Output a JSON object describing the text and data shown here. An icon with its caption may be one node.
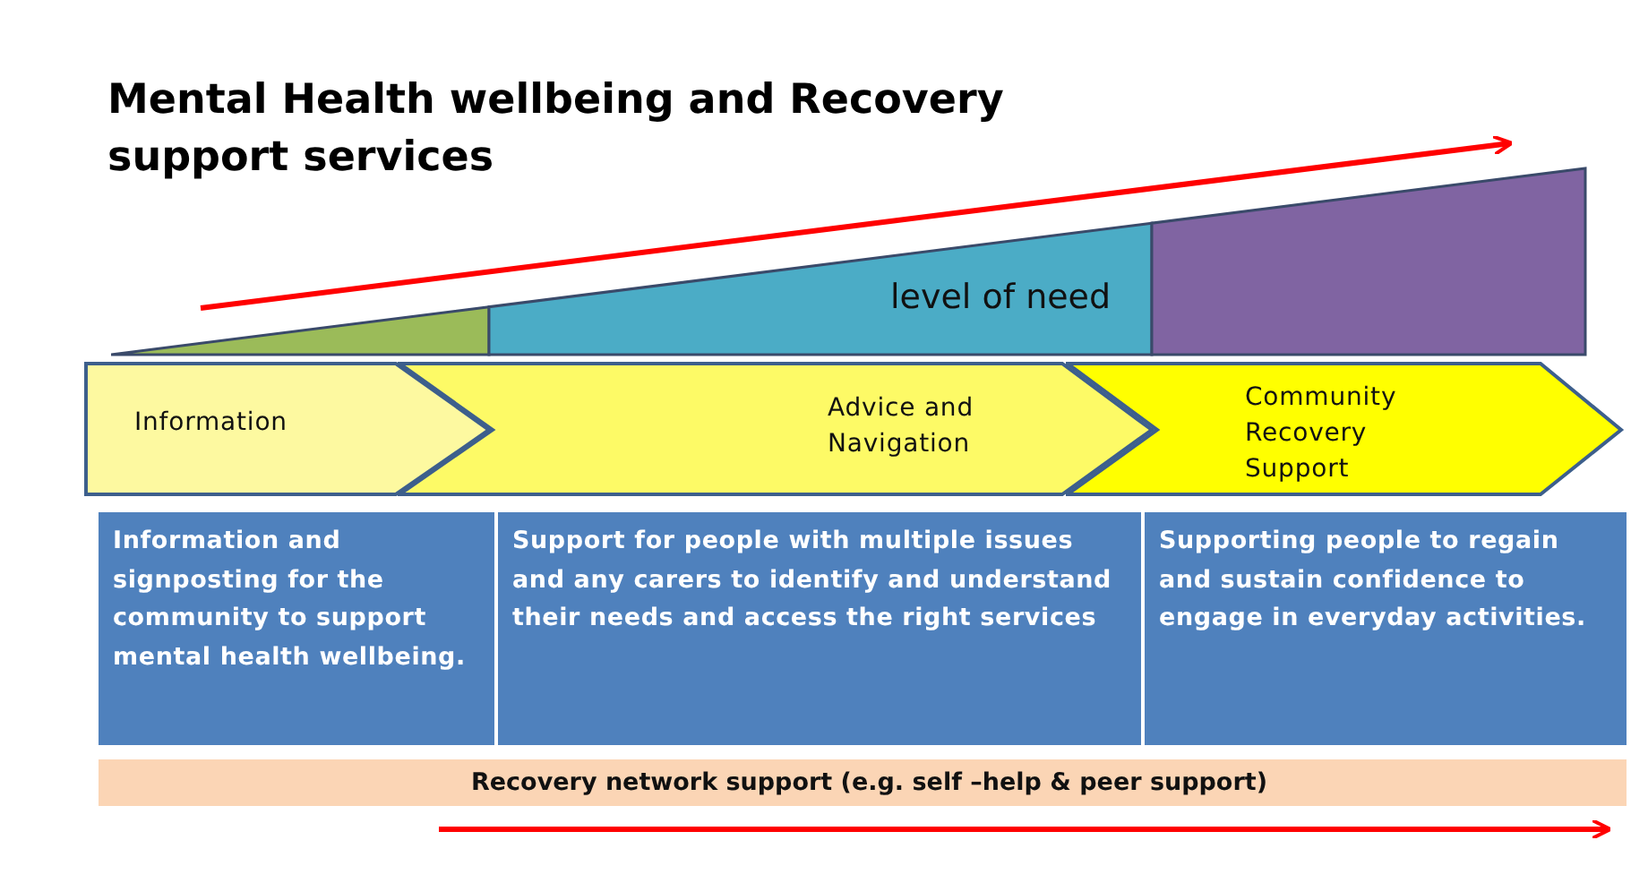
{
  "diagram": {
    "title": "Mental Health wellbeing and Recovery support services",
    "nodes": [
      {
        "text": [
          "level of need"
        ]
      },
      {
        "text": [
          "Information"
        ]
      },
      {
        "text": [
          "Advice and Navigation"
        ]
      },
      {
        "text": [
          "Community Recovery Support"
        ]
      },
      {
        "text": [
          "Information and signposting for the community to support mental health wellbeing."
        ]
      },
      {
        "text": [
          "Support for people with multiple issues  and any carers to identify and understand their needs and access the right  services"
        ]
      },
      {
        "text": [
          "Supporting people to regain and sustain confidence to engage in everyday activities."
        ]
      },
      {
        "text": [
          "Recovery network support (e.g. self –help & peer support)"
        ]
      }
    ],
    "edges": []
  }
}
